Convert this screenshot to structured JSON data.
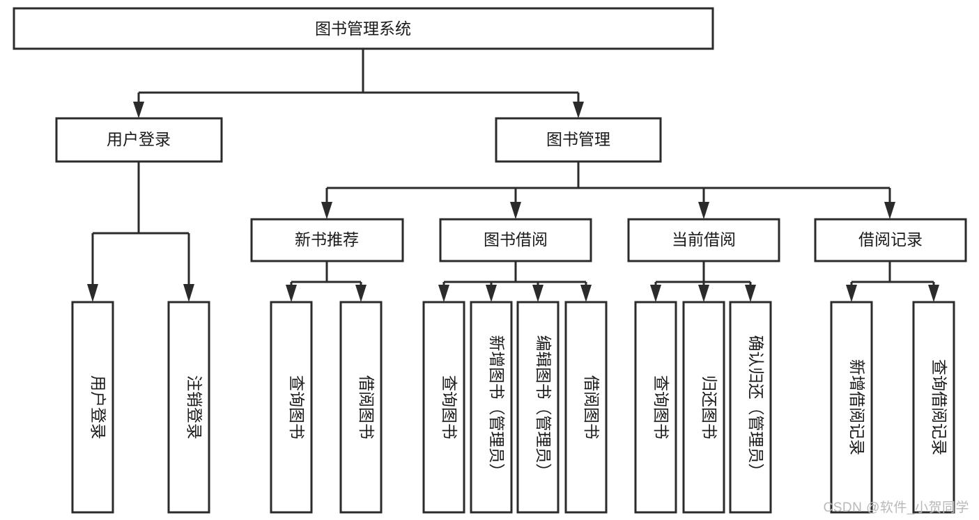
{
  "diagram": {
    "type": "hierarchy-tree",
    "title": "图书管理系统",
    "orientation": "top-down",
    "colors": {
      "node_stroke": "#2b2b2b",
      "node_fill": "#ffffff",
      "connector": "#2b2b2b",
      "text": "#1a1a1a",
      "background": "#ffffff",
      "watermark": "#b9b9b9"
    },
    "levels": {
      "root": {
        "label": "图书管理系统"
      },
      "level2": [
        {
          "label": "用户登录"
        },
        {
          "label": "图书管理"
        }
      ],
      "level3": [
        {
          "label": "新书推荐"
        },
        {
          "label": "图书借阅"
        },
        {
          "label": "当前借阅"
        },
        {
          "label": "借阅记录"
        }
      ],
      "leaves": {
        "user_login": [
          {
            "label": "用户登录"
          },
          {
            "label": "注销登录"
          }
        ],
        "new_book_recommend": [
          {
            "label": "查询图书"
          },
          {
            "label": "借阅图书"
          }
        ],
        "book_borrow": [
          {
            "label": "查询图书"
          },
          {
            "label": "新增图书（管理员）"
          },
          {
            "label": "编辑图书（管理员）"
          },
          {
            "label": "借阅图书"
          }
        ],
        "current_borrow": [
          {
            "label": "查询图书"
          },
          {
            "label": "归还图书"
          },
          {
            "label": "确认归还（管理员）"
          }
        ],
        "borrow_record": [
          {
            "label": "新增借阅记录"
          },
          {
            "label": "查询借阅记录"
          }
        ]
      }
    }
  },
  "watermark": {
    "text": "CSDN @软件_小贺同学"
  }
}
